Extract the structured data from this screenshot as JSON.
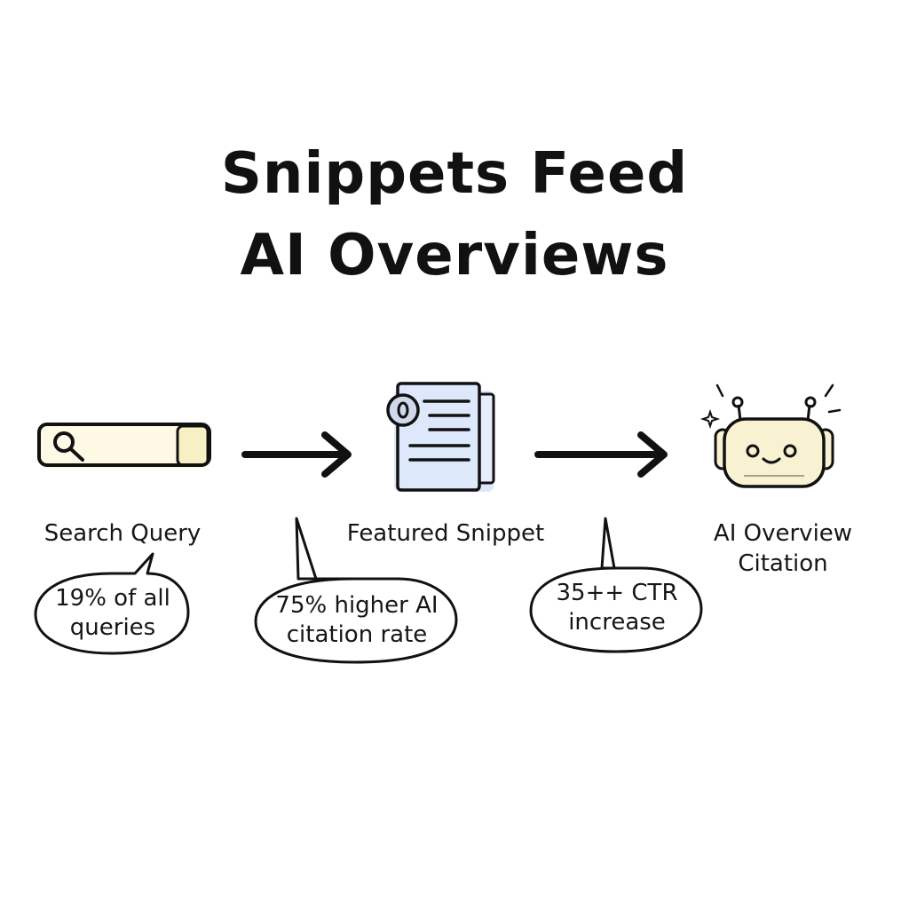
{
  "title": {
    "line1": "Snippets Feed",
    "line2": "AI Overviews"
  },
  "steps": [
    {
      "label": "Search Query",
      "icon": "search-bar-icon"
    },
    {
      "label": "Featured Snippet",
      "icon": "snippet-document-icon"
    },
    {
      "label_line1": "AI Overview",
      "label_line2": "Citation",
      "icon": "robot-icon"
    }
  ],
  "callouts": [
    {
      "line1": "19% of all",
      "line2": "queries"
    },
    {
      "line1": "75% higher AI",
      "line2": "citation rate"
    },
    {
      "line1": "35++ CTR",
      "line2": "increase"
    }
  ],
  "colors": {
    "ink": "#111111",
    "search_highlight": "#f7f0c4",
    "document_fill": "#dde8fb",
    "robot_fill": "#f8f1d2"
  }
}
